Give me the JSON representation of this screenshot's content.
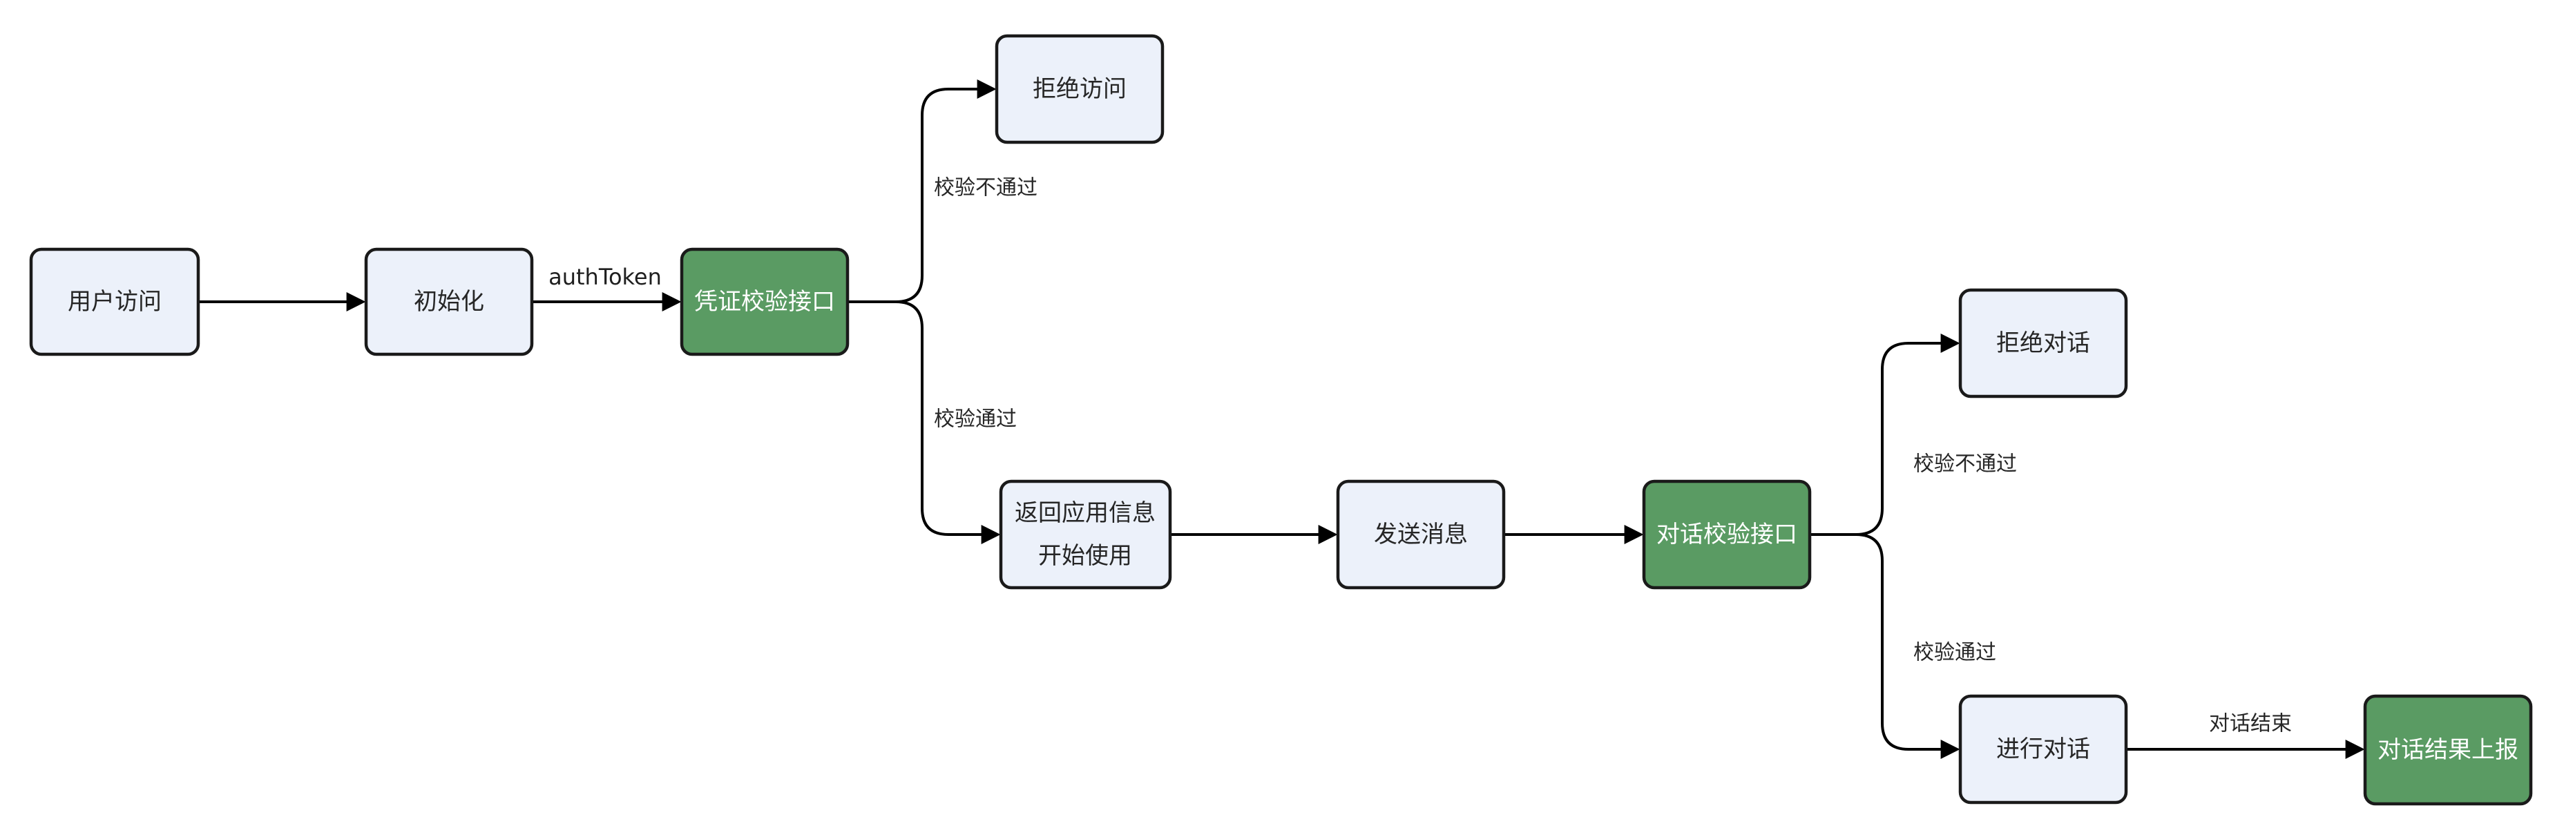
{
  "diagram": {
    "type": "flowchart",
    "direction": "left-to-right",
    "colors": {
      "node_fill": "#ECF1FA",
      "node_border": "#1A1A1A",
      "accent_fill": "#5A9B63",
      "accent_text": "#FFFFFF",
      "text": "#262626",
      "edge": "#000000",
      "background": "#FFFFFF"
    },
    "nodes": [
      {
        "id": "user-access",
        "label": "用户访问",
        "style": "default"
      },
      {
        "id": "init",
        "label": "初始化",
        "style": "default"
      },
      {
        "id": "credential-check-api",
        "label": "凭证校验接口",
        "style": "accent"
      },
      {
        "id": "deny-access",
        "label": "拒绝访问",
        "style": "default"
      },
      {
        "id": "return-app-info",
        "lines": [
          "返回应用信息",
          "开始使用"
        ],
        "style": "default"
      },
      {
        "id": "send-message",
        "label": "发送消息",
        "style": "default"
      },
      {
        "id": "dialog-check-api",
        "label": "对话校验接口",
        "style": "accent"
      },
      {
        "id": "deny-dialog",
        "label": "拒绝对话",
        "style": "default"
      },
      {
        "id": "do-dialog",
        "label": "进行对话",
        "style": "default"
      },
      {
        "id": "report-dialog-result",
        "label": "对话结果上报",
        "style": "accent"
      }
    ],
    "edges": [
      {
        "from": "user-access",
        "to": "init",
        "label": ""
      },
      {
        "from": "init",
        "to": "credential-check-api",
        "label": "authToken"
      },
      {
        "from": "credential-check-api",
        "to": "deny-access",
        "label": "校验不通过"
      },
      {
        "from": "credential-check-api",
        "to": "return-app-info",
        "label": "校验通过"
      },
      {
        "from": "return-app-info",
        "to": "send-message",
        "label": ""
      },
      {
        "from": "send-message",
        "to": "dialog-check-api",
        "label": ""
      },
      {
        "from": "dialog-check-api",
        "to": "deny-dialog",
        "label": "校验不通过"
      },
      {
        "from": "dialog-check-api",
        "to": "do-dialog",
        "label": "校验通过"
      },
      {
        "from": "do-dialog",
        "to": "report-dialog-result",
        "label": "对话结束"
      }
    ]
  }
}
